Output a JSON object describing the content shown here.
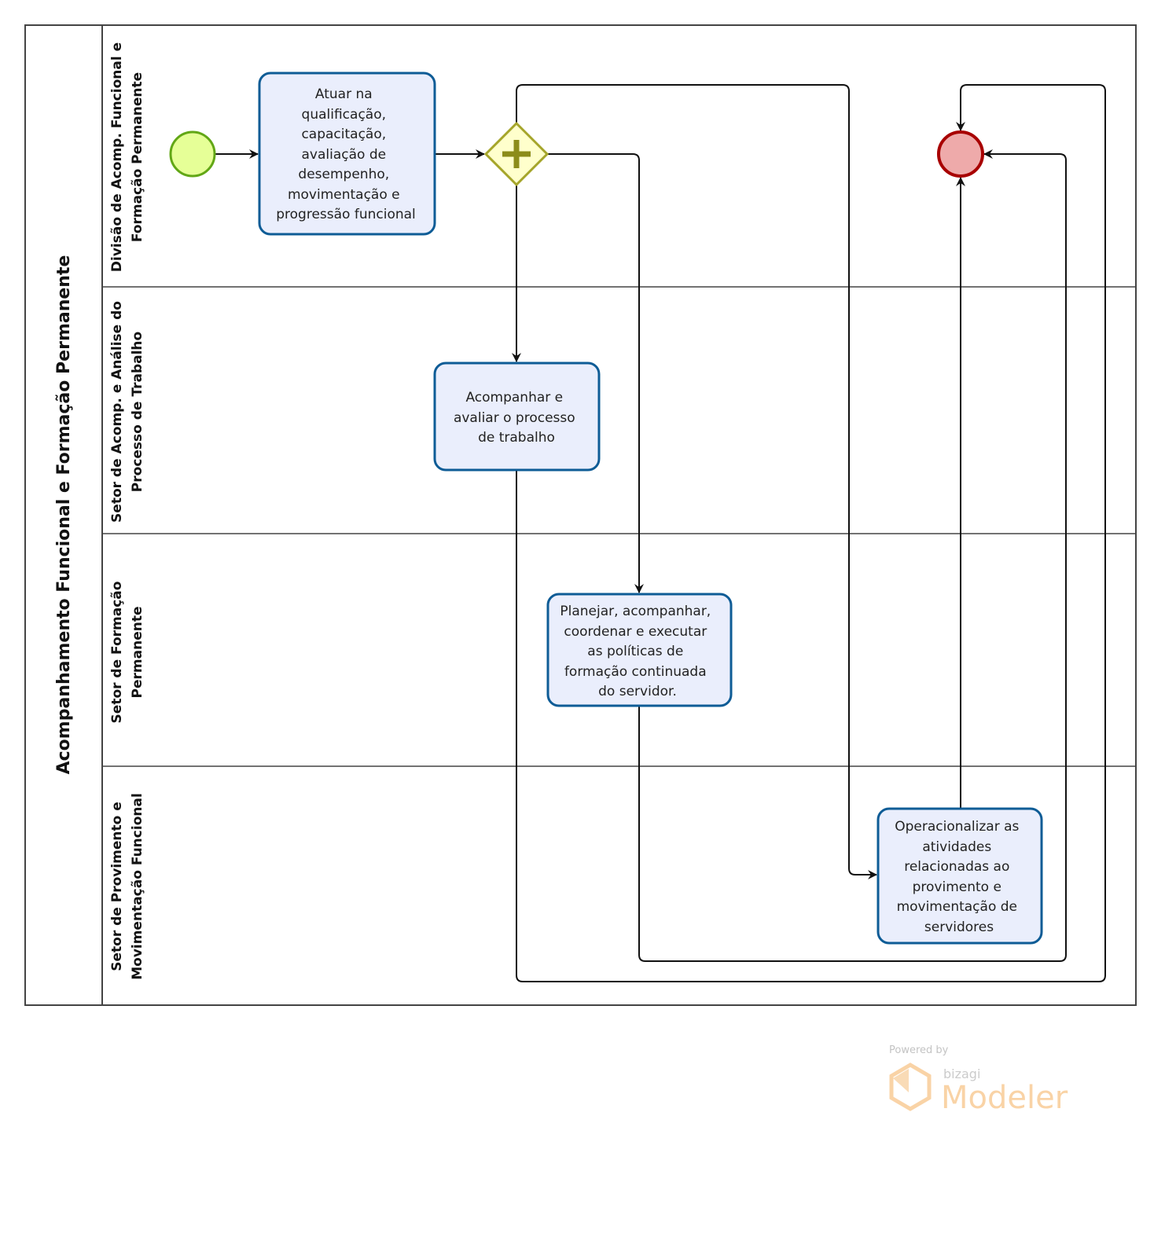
{
  "pool": {
    "title": "Acompanhamento Funcional e Formação Permanente"
  },
  "lanes": [
    {
      "label_lines": [
        "Divisão de Acomp. Funcional e",
        "Formação Permanente"
      ]
    },
    {
      "label_lines": [
        "Setor de Acomp. e Análise do",
        "Processo de Trabalho"
      ]
    },
    {
      "label_lines": [
        "Setor de Formação",
        "Permanente"
      ]
    },
    {
      "label_lines": [
        "Setor de Provimento e",
        "Movimentação Funcional"
      ]
    }
  ],
  "tasks": [
    {
      "lines": [
        "Atuar na",
        "qualificação,",
        "capacitação,",
        "avaliação de",
        "desempenho,",
        "movimentação e",
        "progressão funcional"
      ]
    },
    {
      "lines": [
        "Acompanhar e",
        "avaliar o processo",
        "de trabalho"
      ]
    },
    {
      "lines": [
        "Planejar, acompanhar,",
        "coordenar e executar",
        "as políticas de",
        "formação continuada",
        "do servidor."
      ]
    },
    {
      "lines": [
        "Operacionalizar as",
        "atividades",
        "relacionadas ao",
        "provimento e",
        "movimentação de",
        "servidores"
      ]
    }
  ],
  "events": {
    "start": "start-event",
    "gateway": "parallel-gateway",
    "end": "end-event"
  },
  "colors": {
    "task_fill": "#eaeefc",
    "task_stroke": "#0e5c96",
    "start_fill": "#e6ff97",
    "start_stroke": "#62a716",
    "end_fill": "#eeaaaa",
    "end_stroke": "#a80000",
    "gateway_fill": "#ffffcc",
    "gateway_stroke": "#a5a52a"
  },
  "watermark": {
    "powered": "Powered by",
    "brand": "bizagi",
    "product": "Modeler"
  }
}
